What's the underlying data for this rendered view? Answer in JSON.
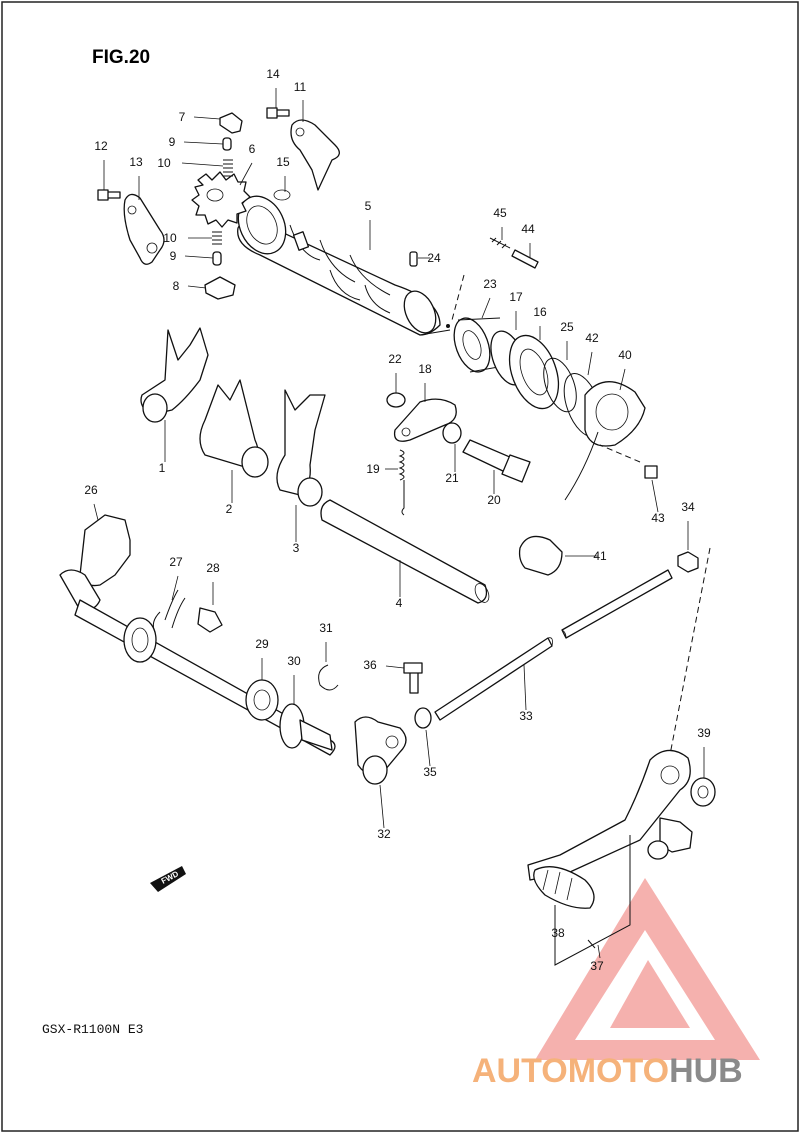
{
  "figure": {
    "title": "FIG.20",
    "model_code": "GSX-R1100N E3"
  },
  "direction_badge": {
    "label": "FWD"
  },
  "watermark": {
    "brand_part1": "AUTOMOTO",
    "brand_part2": "HUB",
    "color_main": "#f4a4a0",
    "color_accent": "#f5b27a",
    "color_dark": "#8a8a8a"
  },
  "callouts": [
    {
      "id": "c1",
      "label": "1"
    },
    {
      "id": "c2",
      "label": "2"
    },
    {
      "id": "c3",
      "label": "3"
    },
    {
      "id": "c4",
      "label": "4"
    },
    {
      "id": "c5",
      "label": "5"
    },
    {
      "id": "c6",
      "label": "6"
    },
    {
      "id": "c7",
      "label": "7"
    },
    {
      "id": "c8",
      "label": "8"
    },
    {
      "id": "c9a",
      "label": "9"
    },
    {
      "id": "c9b",
      "label": "9"
    },
    {
      "id": "c10a",
      "label": "10"
    },
    {
      "id": "c10b",
      "label": "10"
    },
    {
      "id": "c11",
      "label": "11"
    },
    {
      "id": "c12",
      "label": "12"
    },
    {
      "id": "c13",
      "label": "13"
    },
    {
      "id": "c14",
      "label": "14"
    },
    {
      "id": "c15",
      "label": "15"
    },
    {
      "id": "c16",
      "label": "16"
    },
    {
      "id": "c17",
      "label": "17"
    },
    {
      "id": "c18",
      "label": "18"
    },
    {
      "id": "c19",
      "label": "19"
    },
    {
      "id": "c20",
      "label": "20"
    },
    {
      "id": "c21",
      "label": "21"
    },
    {
      "id": "c22",
      "label": "22"
    },
    {
      "id": "c23",
      "label": "23"
    },
    {
      "id": "c24",
      "label": "24"
    },
    {
      "id": "c25",
      "label": "25"
    },
    {
      "id": "c26",
      "label": "26"
    },
    {
      "id": "c27",
      "label": "27"
    },
    {
      "id": "c28",
      "label": "28"
    },
    {
      "id": "c29",
      "label": "29"
    },
    {
      "id": "c30",
      "label": "30"
    },
    {
      "id": "c31",
      "label": "31"
    },
    {
      "id": "c32",
      "label": "32"
    },
    {
      "id": "c33",
      "label": "33"
    },
    {
      "id": "c34",
      "label": "34"
    },
    {
      "id": "c35",
      "label": "35"
    },
    {
      "id": "c36",
      "label": "36"
    },
    {
      "id": "c37",
      "label": "37"
    },
    {
      "id": "c38",
      "label": "38"
    },
    {
      "id": "c39",
      "label": "39"
    },
    {
      "id": "c40",
      "label": "40"
    },
    {
      "id": "c41",
      "label": "41"
    },
    {
      "id": "c42",
      "label": "42"
    },
    {
      "id": "c43",
      "label": "43"
    },
    {
      "id": "c44",
      "label": "44"
    },
    {
      "id": "c45",
      "label": "45"
    }
  ]
}
